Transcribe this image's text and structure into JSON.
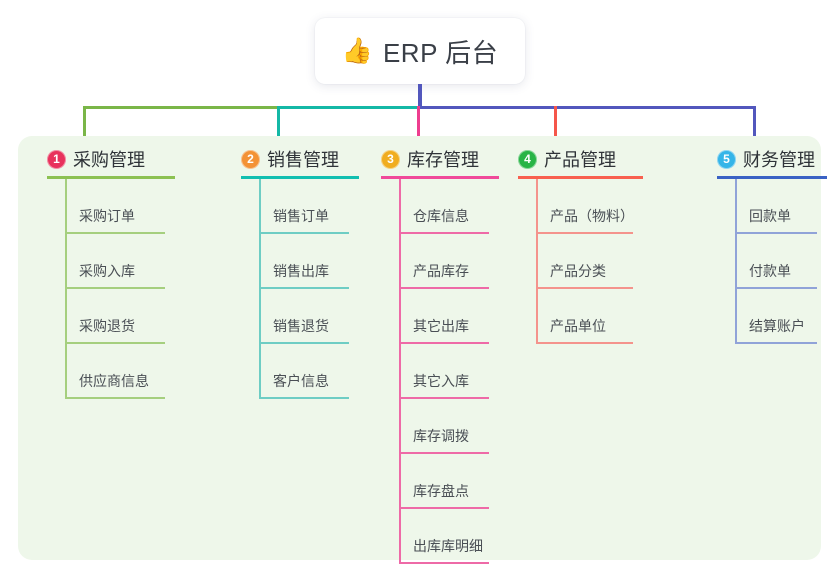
{
  "title": {
    "emoji": "👍",
    "emoji_name": "thumbs-up-icon",
    "text": "ERP 后台"
  },
  "colors": {
    "panel_bg": "#eef7ea",
    "page_bg": "#ffffff",
    "trunk": "#5257bd",
    "bus_left_green": "#7ab648",
    "bus_teal": "#14b8a6",
    "bus_indigo": "#5257bd"
  },
  "columns": [
    {
      "index": "1",
      "title": "采购管理",
      "badge_color": "#e8325c",
      "rule_color": "#8cc152",
      "drop_color": "#7ab648",
      "leaf_color": "#a5cf7e",
      "leaves": [
        "采购订单",
        "采购入库",
        "采购退货",
        "供应商信息"
      ]
    },
    {
      "index": "2",
      "title": "销售管理",
      "badge_color": "#f39235",
      "rule_color": "#11bfb0",
      "drop_color": "#14b8a6",
      "leaf_color": "#6ecdc4",
      "leaves": [
        "销售订单",
        "销售出库",
        "销售退货",
        "客户信息"
      ]
    },
    {
      "index": "3",
      "title": "库存管理",
      "badge_color": "#f0ad20",
      "rule_color": "#f04a9a",
      "drop_color": "#ee3d8f",
      "leaf_color": "#ee6aa7",
      "leaves": [
        "仓库信息",
        "产品库存",
        "其它出库",
        "其它入库",
        "库存调拨",
        "库存盘点",
        "出库库明细"
      ]
    },
    {
      "index": "4",
      "title": "产品管理",
      "badge_color": "#28b446",
      "rule_color": "#f8604f",
      "drop_color": "#f5564a",
      "leaf_color": "#f4938c",
      "leaves": [
        "产品（物料）",
        "产品分类",
        "产品单位"
      ]
    },
    {
      "index": "5",
      "title": "财务管理",
      "badge_color": "#35b5e8",
      "rule_color": "#3a62c4",
      "drop_color": "#5257bd",
      "leaf_color": "#90a3d8",
      "leaves": [
        "回款单",
        "付款单",
        "结算账户"
      ]
    }
  ]
}
